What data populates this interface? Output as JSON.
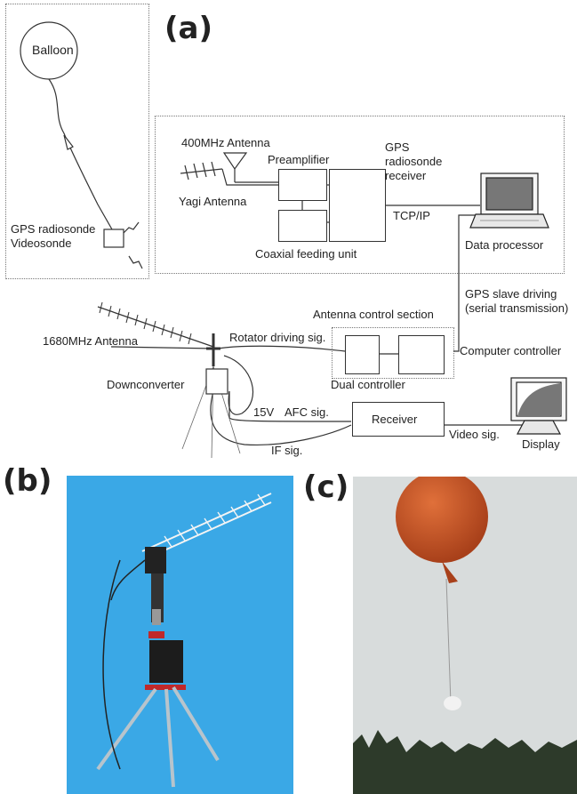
{
  "panels": {
    "a": "(a)",
    "b": "(b)",
    "c": "(c)"
  },
  "balloon_section": {
    "balloon": "Balloon",
    "sonde_line1": "GPS radiosonde",
    "sonde_line2": "Videosonde"
  },
  "receiver_section": {
    "antenna_400": "400MHz Antenna",
    "preamplifier": "Preamplifier",
    "gps_receiver_l1": "GPS",
    "gps_receiver_l2": "radiosonde",
    "gps_receiver_l3": "receiver",
    "yagi": "Yagi Antenna",
    "tcpip": "TCP/IP",
    "coaxial": "Coaxial feeding unit",
    "data_processor": "Data processor"
  },
  "control_section": {
    "gps_slave_l1": "GPS slave driving",
    "gps_slave_l2": "(serial transmission)",
    "antenna_control": "Antenna control section",
    "antenna_1680": "1680MHz Antenna",
    "rotator": "Rotator driving sig.",
    "computer_controller": "Computer controller",
    "downconverter": "Downconverter",
    "dual_controller": "Dual controller",
    "v15": "15V",
    "afc": "AFC sig.",
    "receiver": "Receiver",
    "video": "Video sig.",
    "if_sig": "IF sig.",
    "display": "Display"
  },
  "colors": {
    "sky_blue": "#3aa8e6",
    "balloon_orange": "#c2501e",
    "overcast_sky": "#d8dcdc",
    "tree_line": "#2d3a2a"
  },
  "icons": [
    "laptop-icon",
    "monitor-icon",
    "yagi-antenna-icon",
    "dipole-antenna-icon",
    "balloon-icon"
  ]
}
